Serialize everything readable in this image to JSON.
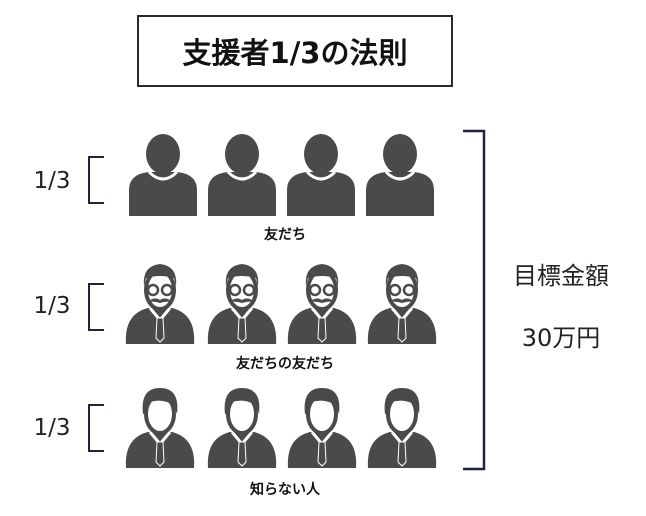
{
  "title": "支援者1/3の法則",
  "rows": [
    {
      "fraction": "1/3",
      "label": "友だち",
      "icon": "person-silhouette-icon"
    },
    {
      "fraction": "1/3",
      "label": "友だちの友だち",
      "icon": "man-glasses-mustache-icon"
    },
    {
      "fraction": "1/3",
      "label": "知らない人",
      "icon": "businessman-icon"
    }
  ],
  "goal": {
    "label": "目標金額",
    "amount": "30万円"
  },
  "colors": {
    "icon": "#4a4a4a",
    "bracket": "#1f2340"
  }
}
